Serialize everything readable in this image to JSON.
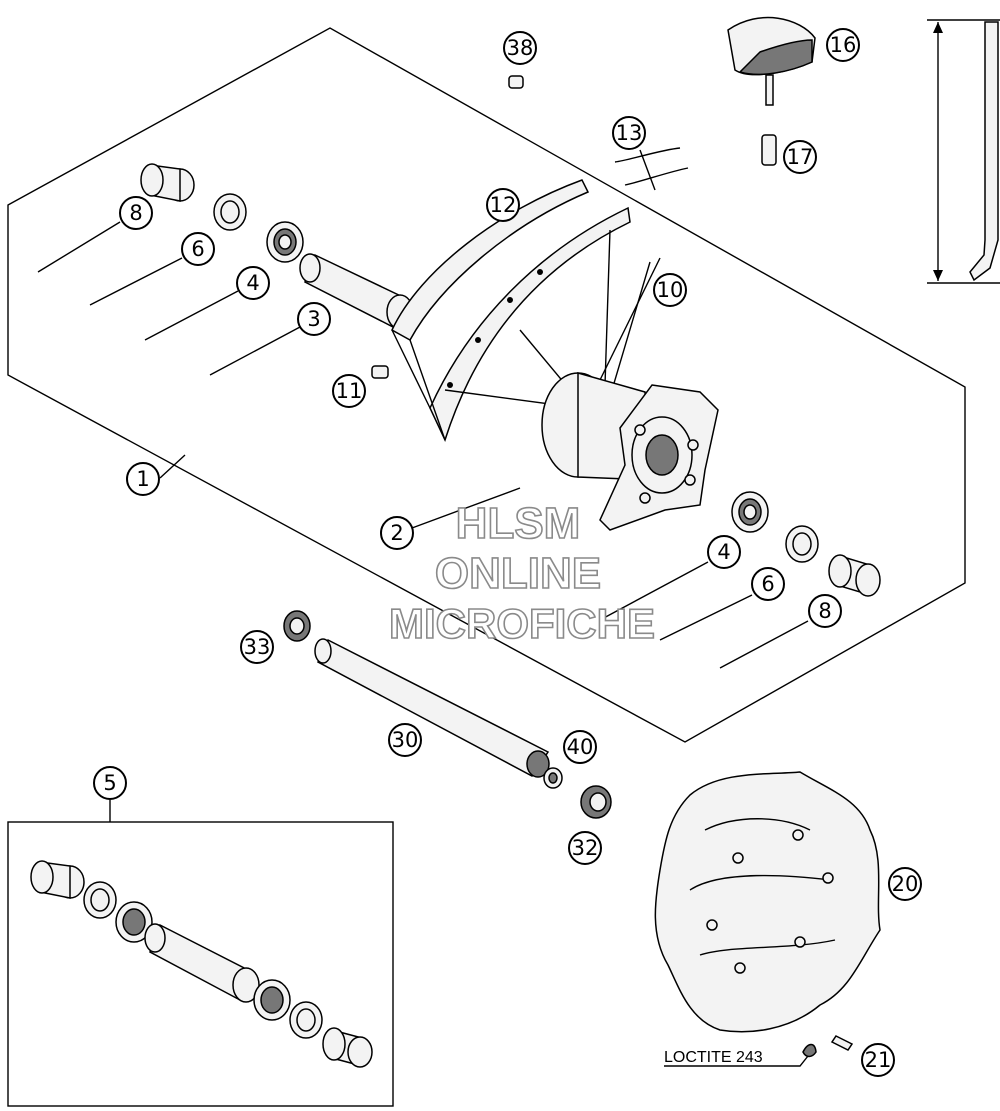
{
  "diagram": {
    "callouts": {
      "c1": "1",
      "c2": "2",
      "c3": "3",
      "c4a": "4",
      "c4b": "4",
      "c5": "5",
      "c6a": "6",
      "c6b": "6",
      "c8a": "8",
      "c8b": "8",
      "c10": "10",
      "c11": "11",
      "c12": "12",
      "c13": "13",
      "c16": "16",
      "c17": "17",
      "c20": "20",
      "c21": "21",
      "c30": "30",
      "c32": "32",
      "c33": "33",
      "c38": "38",
      "c40": "40"
    },
    "note": "LOCTITE 243",
    "watermark": {
      "line1": "HLSM",
      "line2": "ONLINE",
      "line3": "MICROFICHE"
    }
  }
}
